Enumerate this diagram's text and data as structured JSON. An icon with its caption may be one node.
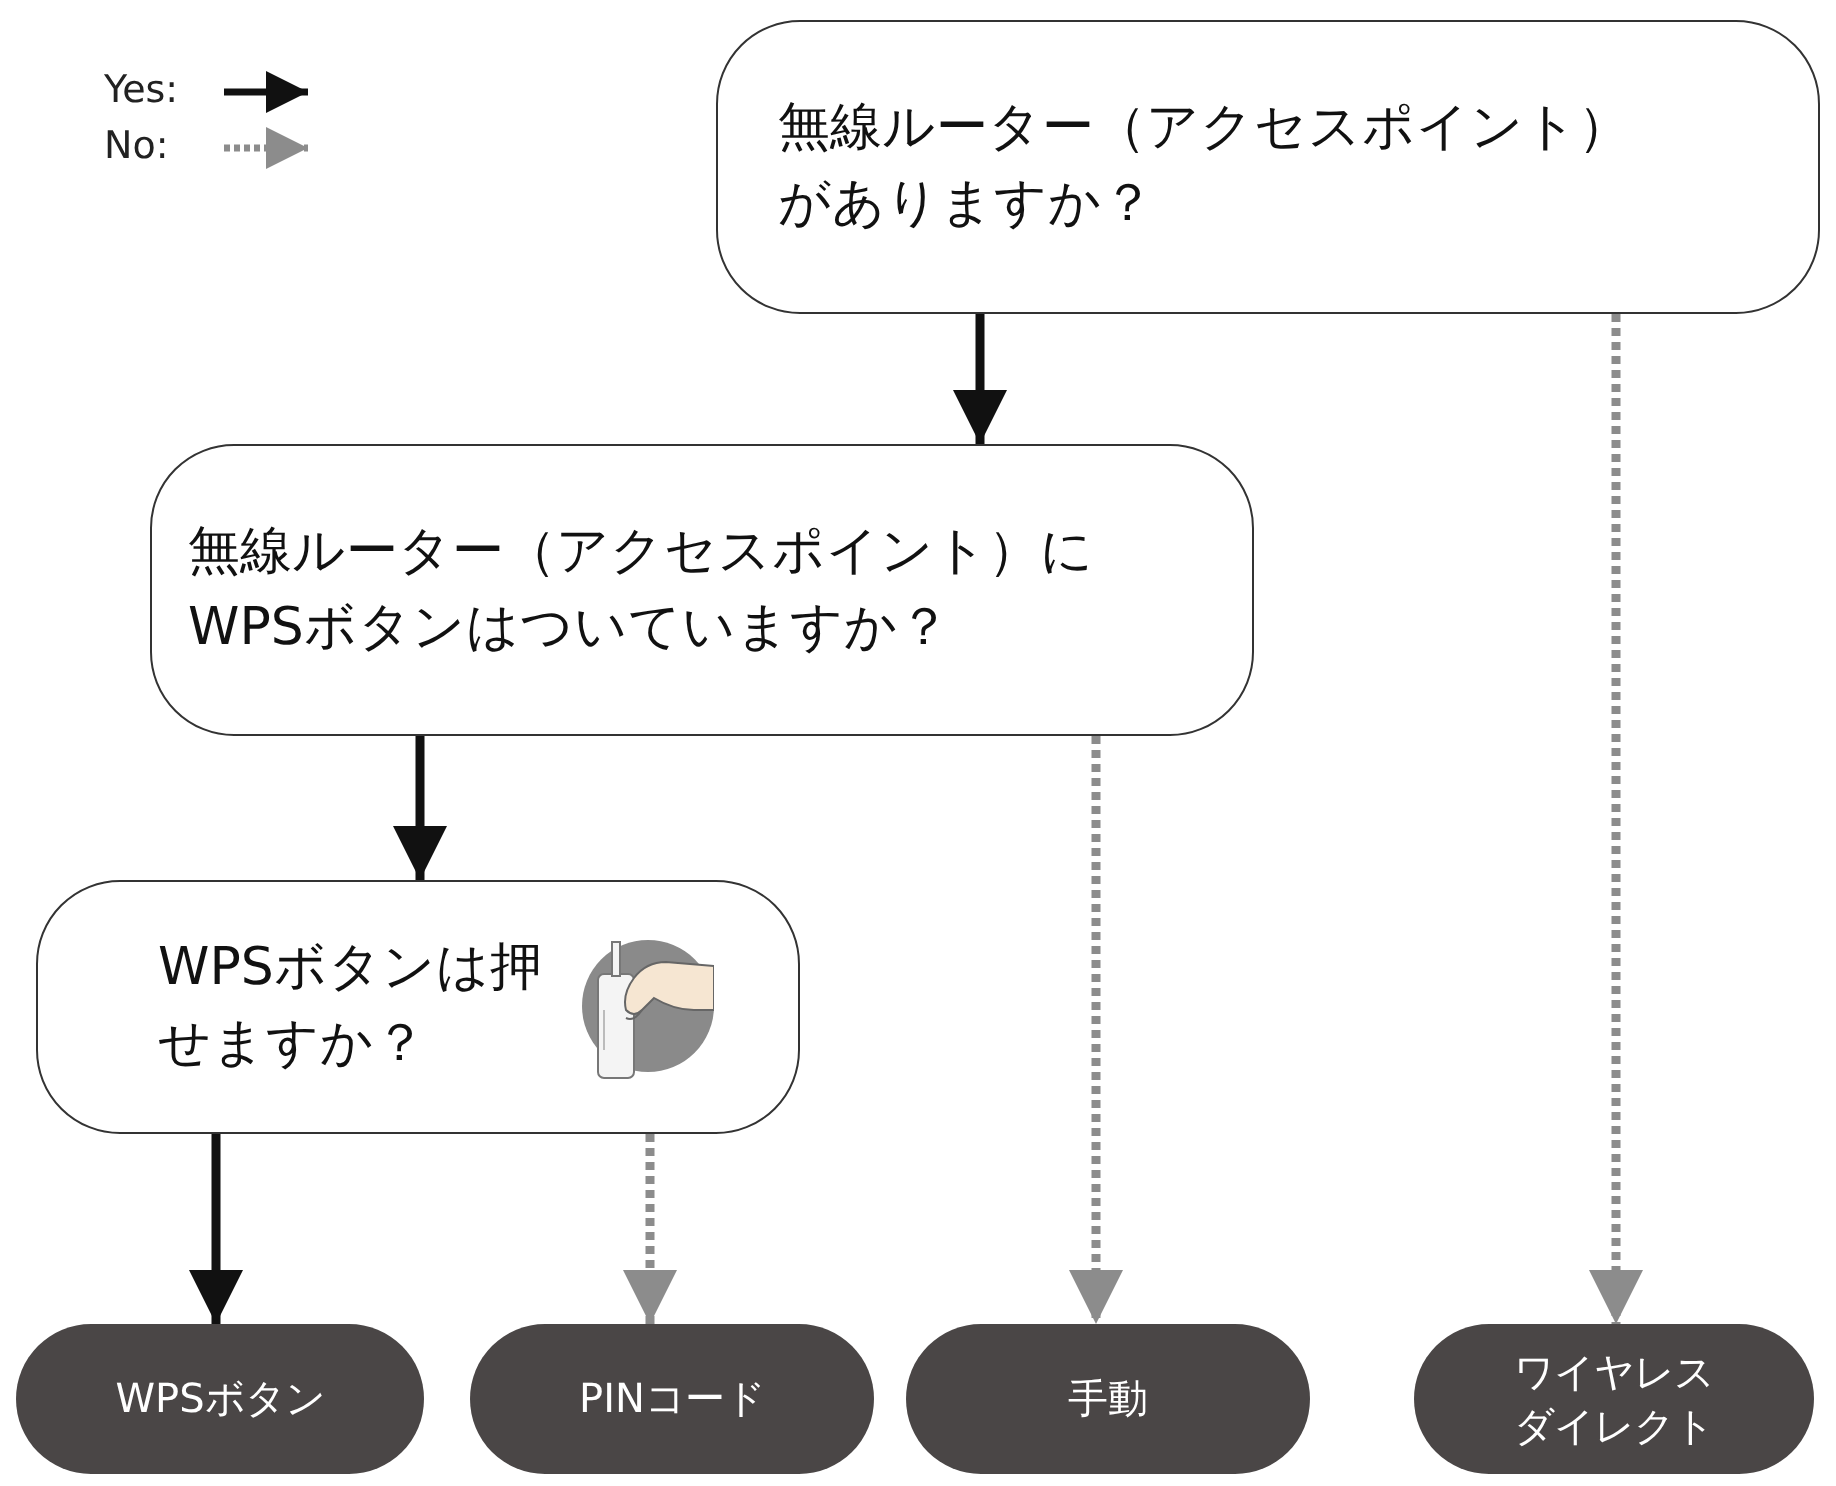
{
  "diagram": {
    "nodes": [
      {
        "text": [
          "無線ルーター（アクセスポイント）がありますか？"
        ]
      },
      {
        "text": [
          "無線ルーター（アクセスポイント）にWPSボタンはついていますか？"
        ]
      },
      {
        "text": [
          "WPSボタンは押せますか？"
        ]
      },
      {
        "text": [
          "WPSボタン"
        ]
      },
      {
        "text": [
          "PINコード"
        ]
      },
      {
        "text": [
          "手動"
        ]
      },
      {
        "text": [
          "ワイヤレスダイレクト"
        ]
      }
    ],
    "edges": [
      {
        "from": 0,
        "to": 1,
        "arrow": "to"
      },
      {
        "from": 0,
        "to": 6,
        "arrow": "to",
        "style": "dashed",
        "color": "#8c8c8c"
      },
      {
        "from": 1,
        "to": 2,
        "arrow": "to"
      },
      {
        "from": 1,
        "to": 5,
        "arrow": "to",
        "style": "dashed",
        "color": "#8c8c8c"
      },
      {
        "from": 2,
        "to": 3,
        "arrow": "to"
      },
      {
        "from": 2,
        "to": 4,
        "arrow": "to",
        "style": "dashed",
        "color": "#8c8c8c"
      }
    ],
    "legend": [
      {
        "text": "Yes:"
      },
      {
        "text": "No:"
      }
    ]
  }
}
